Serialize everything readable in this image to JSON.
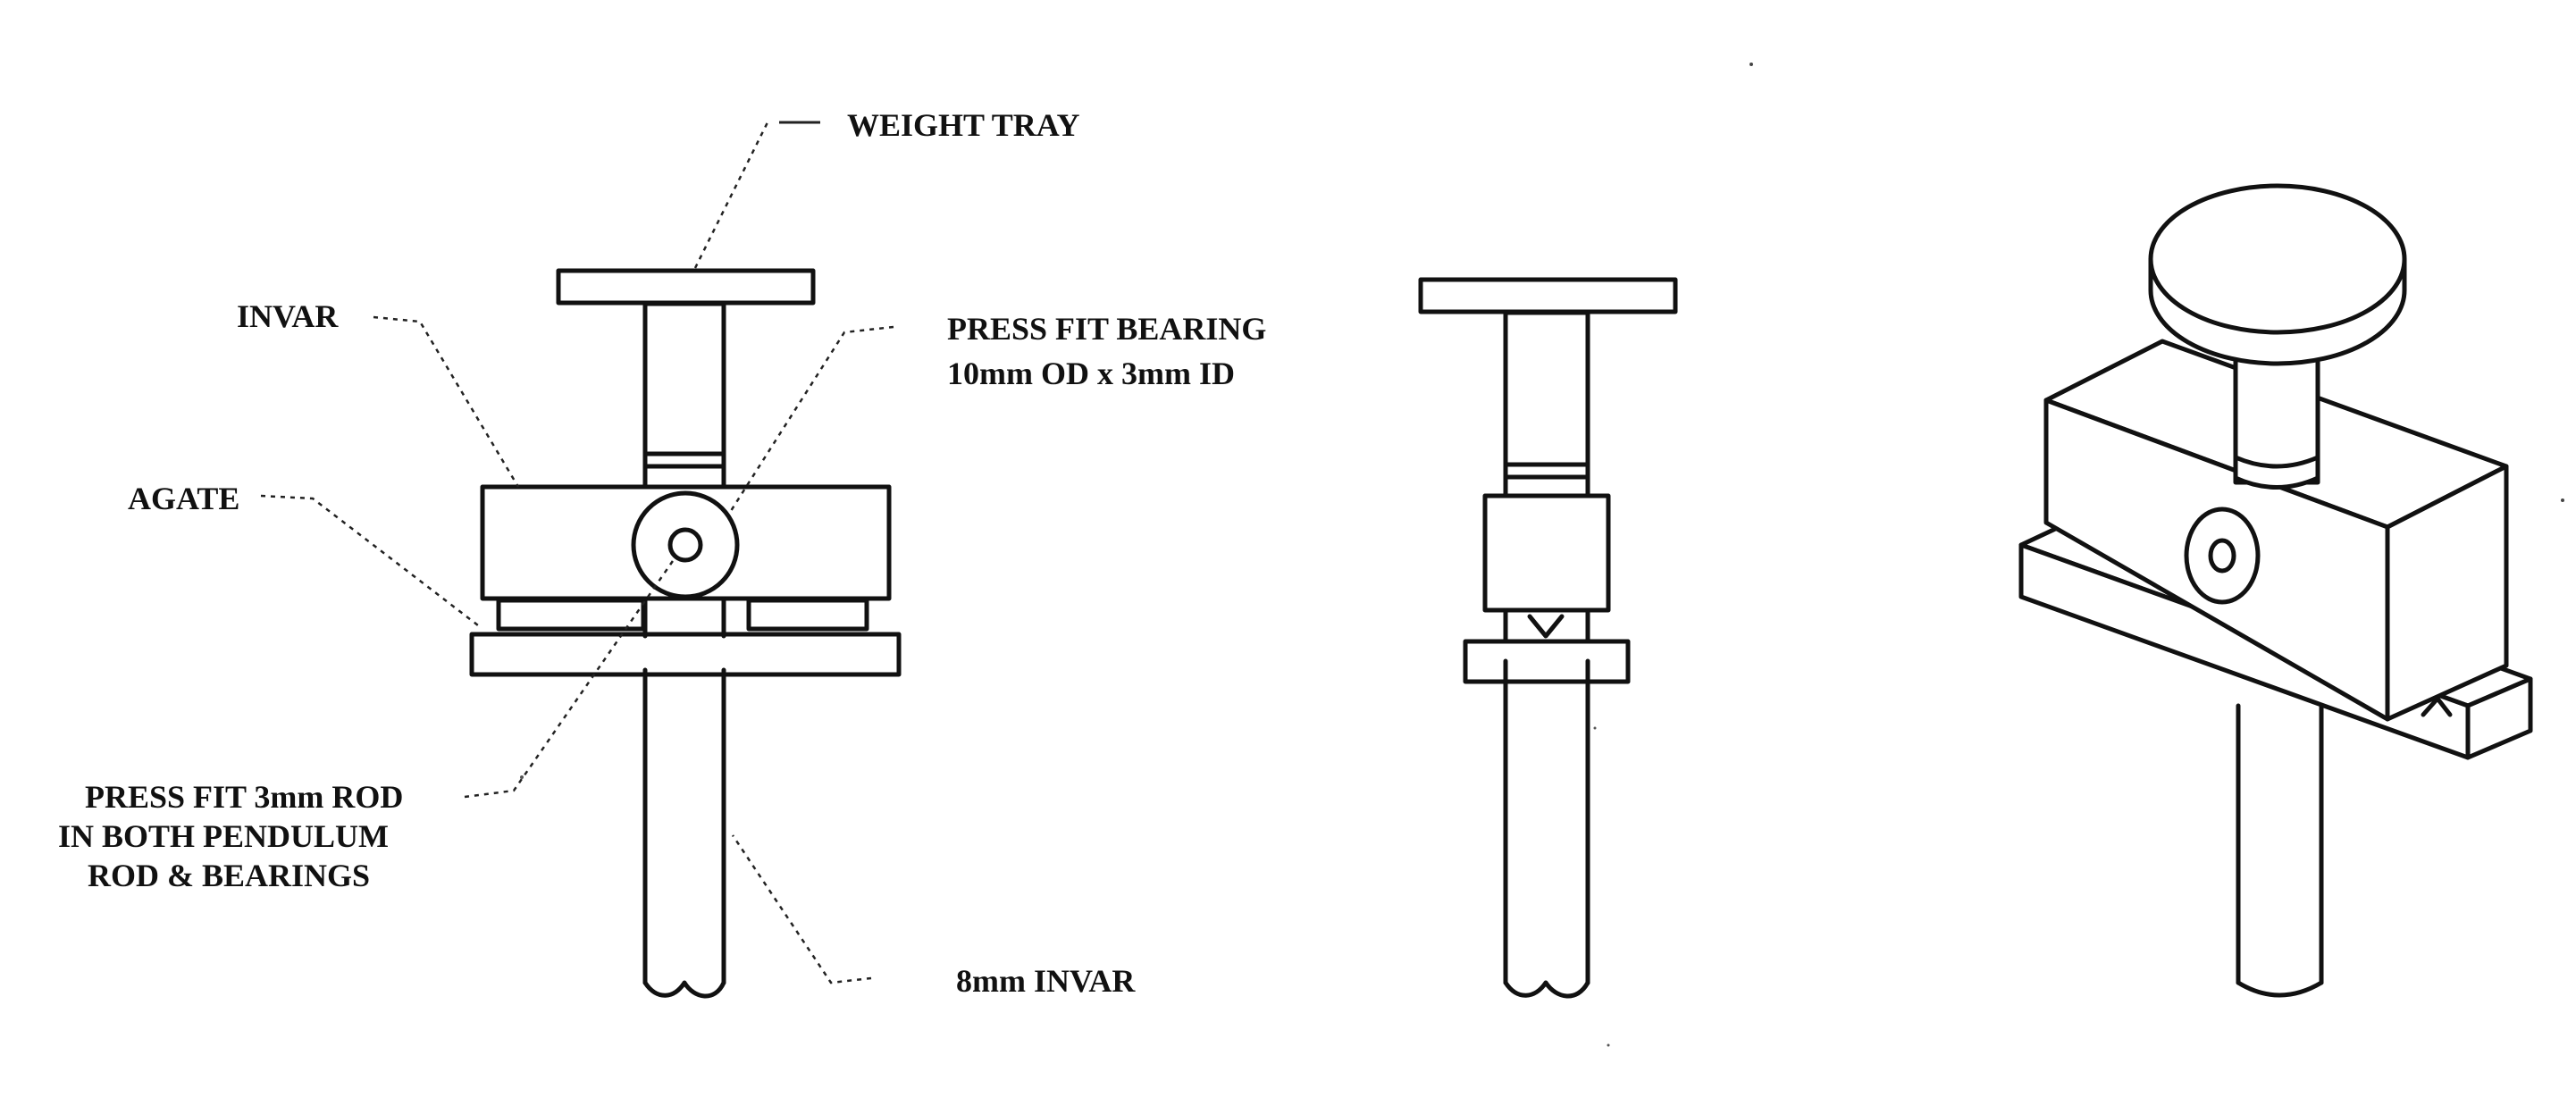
{
  "labels": {
    "weight_tray": "WEIGHT TRAY",
    "invar": "INVAR",
    "press_fit_bearing_1": "PRESS FIT BEARING",
    "press_fit_bearing_2": "10mm OD x 3mm ID",
    "agate": "AGATE",
    "press_fit_rod_1": "PRESS FIT 3mm ROD",
    "press_fit_rod_2": "IN BOTH PENDULUM",
    "press_fit_rod_3": "ROD & BEARINGS",
    "invar_rod": "8mm INVAR"
  },
  "colors": {
    "line": "#111111",
    "background": "#ffffff",
    "hatch": "#555555"
  }
}
